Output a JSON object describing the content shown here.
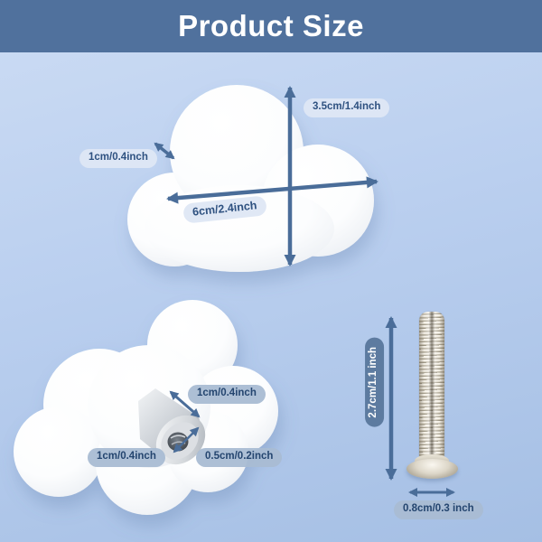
{
  "title_bar": {
    "title": "Product Size"
  },
  "colors": {
    "banner": "#50719d",
    "arrow": "#4a6d99",
    "label_text": "#2e5180",
    "label_bg_light": "#dee7f4",
    "label_bg_mid": "#a9bcd3",
    "label_bg_dark": "#5d7ba0",
    "background_top": "#ccdcf4",
    "background_bottom": "#a5bfe4",
    "product": "#ffffff",
    "screw_metal": "#c3bcab"
  },
  "front_knob": {
    "height_label": "3.5cm/1.4inch",
    "lobe_label": "1cm/0.4inch",
    "width_label": "6cm/2.4inch"
  },
  "back_knob": {
    "post_length_label": "1cm/0.4inch",
    "thickness_label": "1cm/0.4inch",
    "post_diameter_label": "0.5cm/0.2inch"
  },
  "screw": {
    "length_label": "2.7cm/1.1 inch",
    "width_label": "0.8cm/0.3 inch"
  }
}
